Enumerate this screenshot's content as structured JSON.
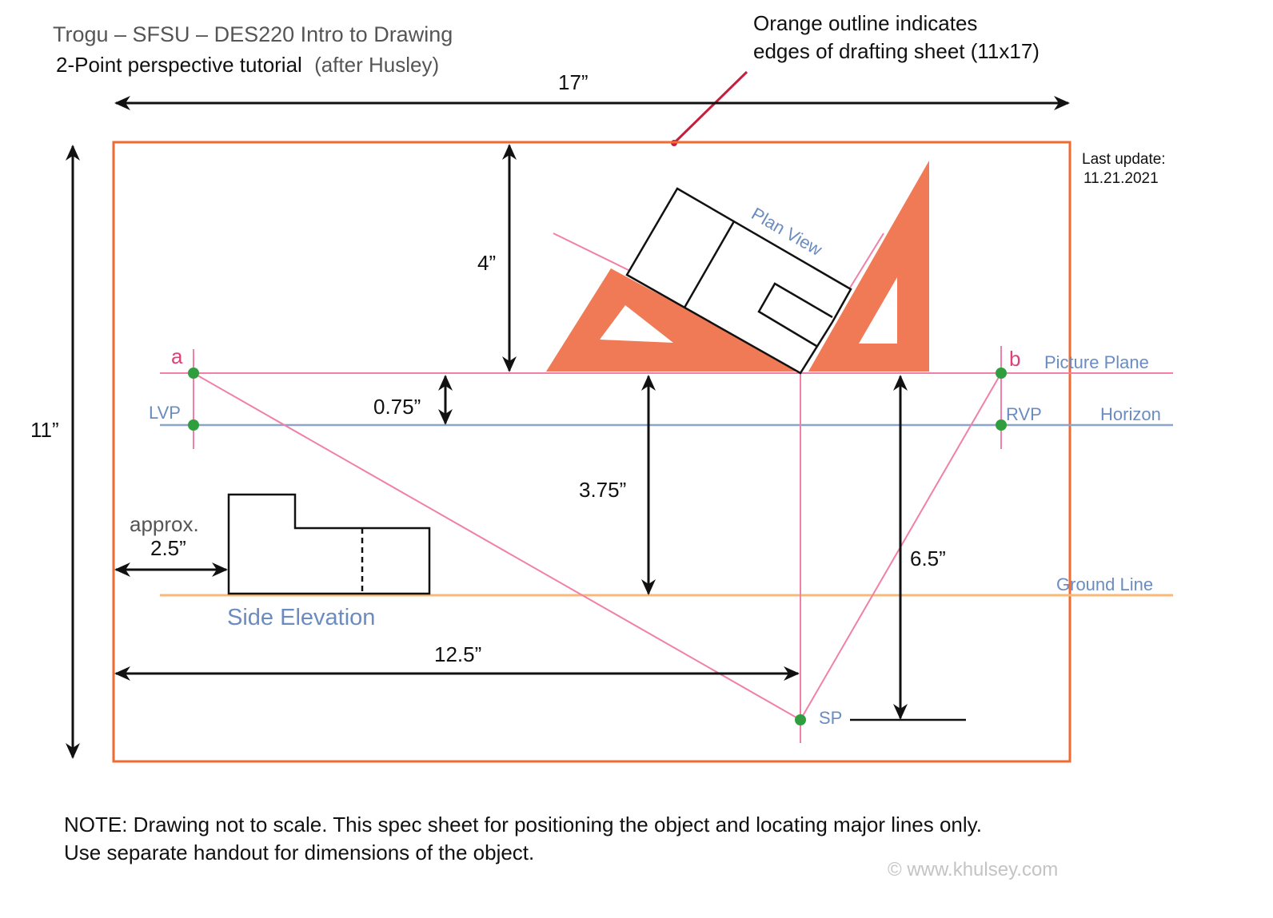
{
  "header": {
    "line1": "Trogu – SFSU – DES220 Intro to Drawing",
    "line2_main": "2-Point perspective tutorial",
    "line2_extra": "(after Husley)"
  },
  "callout": {
    "line1": "Orange outline indicates",
    "line2": "edges of drafting sheet (11x17)"
  },
  "last_update": {
    "label": "Last update:",
    "date": "11.21.2021"
  },
  "dimensions": {
    "width": "17”",
    "height": "11”",
    "top_to_picture_plane": "4”",
    "picture_plane_to_horizon": "0.75”",
    "picture_plane_to_ground": "3.75”",
    "sp_distance": "6.5”",
    "left_to_sp": "12.5”",
    "margin_approx": "approx.",
    "margin_value": "2.5”"
  },
  "labels": {
    "a": "a",
    "b": "b",
    "lvp": "LVP",
    "rvp": "RVP",
    "sp": "SP",
    "picture_plane": "Picture Plane",
    "horizon": "Horizon",
    "ground_line": "Ground Line",
    "plan_view": "Plan View",
    "side_elevation": "Side Elevation"
  },
  "note": {
    "line1": "NOTE: Drawing not to scale. This spec sheet for positioning the object and locating major lines only.",
    "line2": "Use separate handout for dimensions of the object."
  },
  "credit": "© www.khulsey.com",
  "colors": {
    "sheet_outline": "#f26a30",
    "triangle_fill": "#ef7a55",
    "picture_plane": "#f080a8",
    "horizon": "#8aa4cc",
    "ground_line": "#f8b878",
    "point": "#2e9e3e",
    "callout_line": "#c81e3c"
  }
}
